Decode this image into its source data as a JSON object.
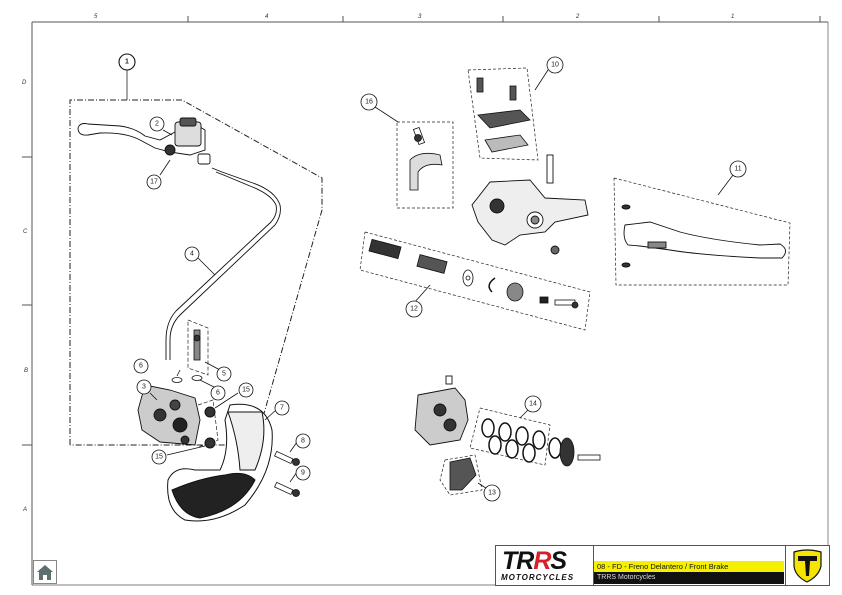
{
  "document": {
    "title": "08 - FD - Freno Delantero / Front Brake",
    "subtitle": "TRRS Motorcycles",
    "brand": {
      "logo_text": "TRRS",
      "logo_subtext": "MOTORCYCLES"
    },
    "colors": {
      "accent_yellow": "#f5f000",
      "brand_red": "#d4202a",
      "title_black": "#111111"
    }
  },
  "grid": {
    "columns": [
      "5",
      "4",
      "3",
      "2",
      "1"
    ],
    "rows": [
      "D",
      "C",
      "B",
      "A"
    ]
  },
  "callouts": [
    "1",
    "2",
    "3",
    "4",
    "5",
    "6",
    "6",
    "7",
    "8",
    "9",
    "10",
    "11",
    "12",
    "13",
    "14",
    "15",
    "15",
    "16",
    "17"
  ],
  "navigation": {
    "home_icon": "home-icon"
  }
}
